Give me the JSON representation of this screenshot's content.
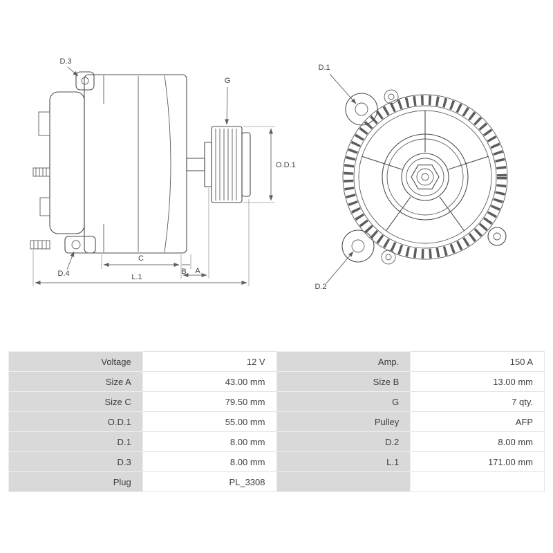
{
  "diagram": {
    "labels": {
      "d3": "D.3",
      "g": "G",
      "od1": "O.D.1",
      "d4": "D.4",
      "c": "C",
      "b": "B",
      "a": "A",
      "l1": "L.1",
      "d1": "D.1",
      "d2": "D.2"
    }
  },
  "table": {
    "rows": [
      {
        "label_left": "Voltage",
        "value_left": "12 V",
        "label_right": "Amp.",
        "value_right": "150 A"
      },
      {
        "label_left": "Size A",
        "value_left": "43.00 mm",
        "label_right": "Size B",
        "value_right": "13.00 mm"
      },
      {
        "label_left": "Size C",
        "value_left": "79.50 mm",
        "label_right": "G",
        "value_right": "7 qty."
      },
      {
        "label_left": "O.D.1",
        "value_left": "55.00 mm",
        "label_right": "Pulley",
        "value_right": "AFP"
      },
      {
        "label_left": "D.1",
        "value_left": "8.00 mm",
        "label_right": "D.2",
        "value_right": "8.00 mm"
      },
      {
        "label_left": "D.3",
        "value_left": "8.00 mm",
        "label_right": "L.1",
        "value_right": "171.00 mm"
      },
      {
        "label_left": "Plug",
        "value_left": "PL_3308",
        "label_right": "",
        "value_right": ""
      }
    ]
  },
  "colors": {
    "label_cell_bg": "#d9d9d9",
    "value_cell_bg": "#ffffff",
    "table_border": "#c9c9c9",
    "line_color": "#4b4b4b",
    "text_color": "#3d3d3d"
  }
}
